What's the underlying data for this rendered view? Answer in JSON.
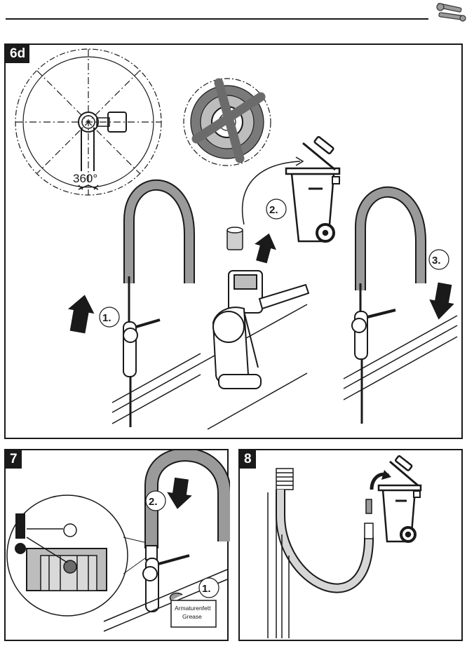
{
  "header": {
    "tool_icon": "wrench-screwdriver-icon"
  },
  "panels": [
    {
      "id": "6d",
      "label": "6d"
    },
    {
      "id": "7",
      "label": "7"
    },
    {
      "id": "8",
      "label": "8"
    }
  ],
  "step6d": {
    "rotation_label": "360°",
    "step1": "1.",
    "step2": "2.",
    "step3": "3."
  },
  "step7": {
    "step1": "1.",
    "step2": "2.",
    "grease_line1": "Armaturenfett",
    "grease_line2": "Grease"
  },
  "colors": {
    "line": "#1a1a1a",
    "hose": "#9a9a9a",
    "shade": "#6b6b6b"
  }
}
